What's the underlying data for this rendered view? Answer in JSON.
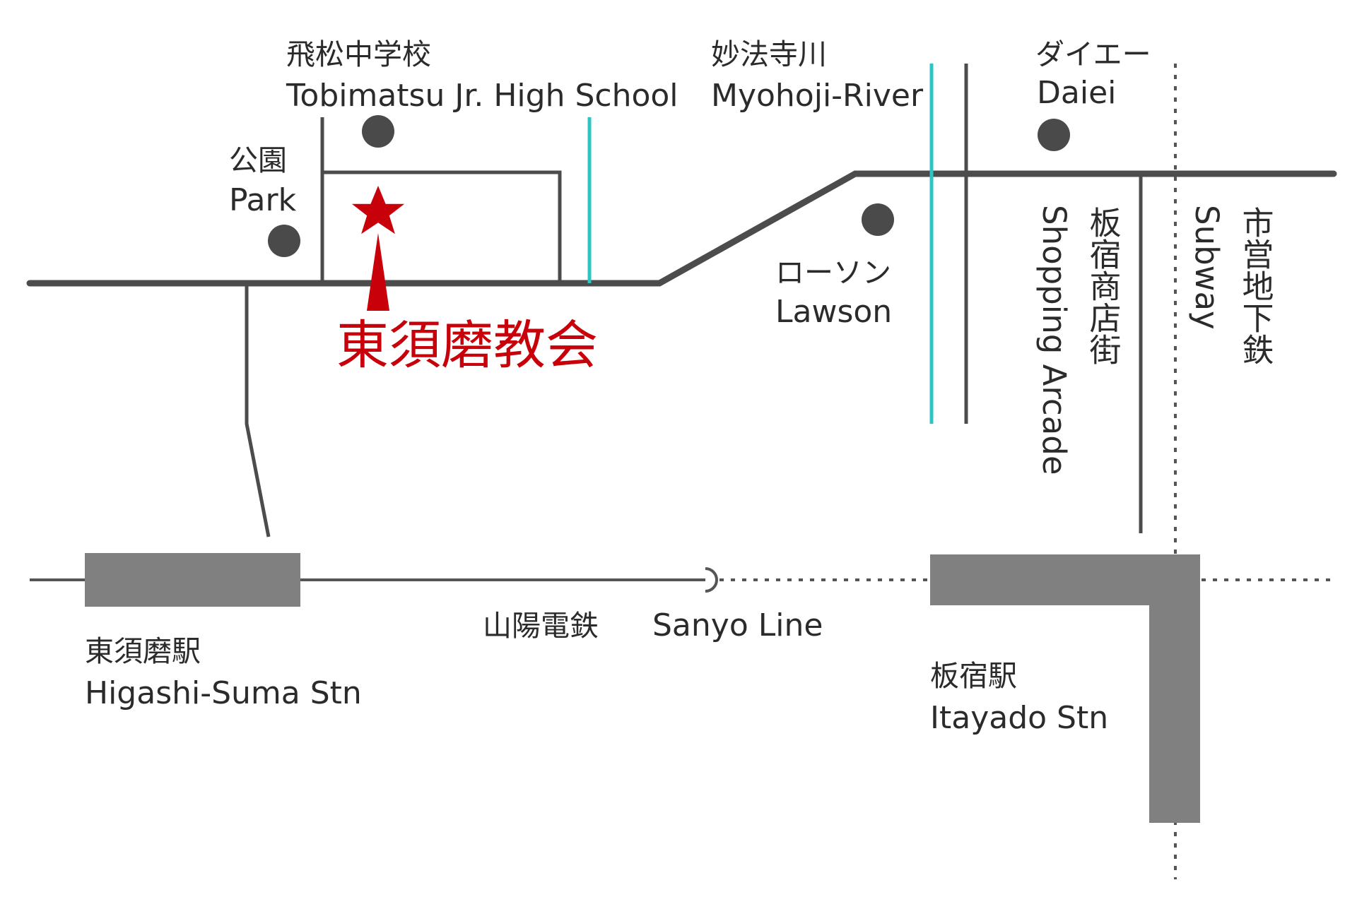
{
  "colors": {
    "road": "#4c4c4c",
    "river": "#2ec4c4",
    "station": "#808080",
    "landmark_dot": "#4a4a4a",
    "church": "#c8000a",
    "text": "#2b2b2b"
  },
  "landmarks": {
    "school": {
      "ja": "飛松中学校",
      "en": "Tobimatsu Jr. High School",
      "icon": "dot-marker"
    },
    "river": {
      "ja": "妙法寺川",
      "en": "Myohoji-River"
    },
    "daiei": {
      "ja": "ダイエー",
      "en": "Daiei",
      "icon": "dot-marker"
    },
    "park": {
      "ja": "公園",
      "en": "Park",
      "icon": "dot-marker"
    },
    "lawson": {
      "ja": "ローソン",
      "en": "Lawson",
      "icon": "dot-marker"
    }
  },
  "church": {
    "name": "東須磨教会",
    "icon": "star-icon"
  },
  "arcade": {
    "ja": "板宿商店街",
    "en": "Shopping Arcade"
  },
  "subway": {
    "ja": "市営地下鉄",
    "en": "Subway"
  },
  "railway": {
    "ja": "山陽電鉄",
    "en": "Sanyo Line"
  },
  "stations": {
    "higashi_suma": {
      "ja": "東須磨駅",
      "en": "Higashi-Suma Stn"
    },
    "itayado": {
      "ja": "板宿駅",
      "en": "Itayado Stn"
    }
  }
}
